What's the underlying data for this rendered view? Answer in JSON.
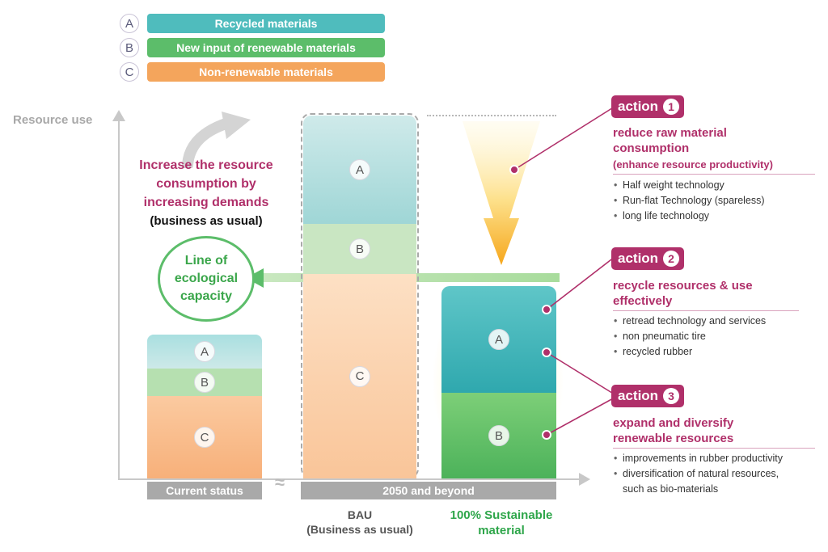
{
  "legend": [
    {
      "letter": "A",
      "label": "Recycled materials",
      "color": "#4fbcbd"
    },
    {
      "letter": "B",
      "label": "New input of renewable materials",
      "color": "#5cbd6a"
    },
    {
      "letter": "C",
      "label": "Non-renewable materials",
      "color": "#f4a55c"
    }
  ],
  "axis": {
    "y_label": "Resource use"
  },
  "increase_note": {
    "line1": "Increase the resource",
    "line2": "consumption by",
    "line3": "increasing demands",
    "line4": "(business as usual)"
  },
  "ecological_line": {
    "line1": "Line of",
    "line2": "ecological",
    "line3": "capacity",
    "color": "#5cbd6a"
  },
  "bars": {
    "current": {
      "A": "A",
      "B": "B",
      "C": "C"
    },
    "bau": {
      "A": "A",
      "B": "B",
      "C": "C"
    },
    "sustainable": {
      "A": "A",
      "B": "B"
    }
  },
  "categories": {
    "current": "Current status",
    "future": "2050 and beyond",
    "break_mark": "≈"
  },
  "scenarios": {
    "bau_line1": "BAU",
    "bau_line2": "(Business as usual)",
    "sustainable_line1": "100% Sustainable",
    "sustainable_line2": "material"
  },
  "actions": [
    {
      "badge": "action",
      "number": "1",
      "title_line1": "reduce raw material",
      "title_line2": "consumption",
      "subtitle": "(enhance resource productivity)",
      "bullets": [
        "Half weight technology",
        "Run-flat Technology (spareless)",
        "long life technology"
      ]
    },
    {
      "badge": "action",
      "number": "2",
      "title_line1": "recycle resources & use",
      "title_line2": "effectively",
      "subtitle": "",
      "bullets": [
        "retread technology and services",
        "non pneumatic tire",
        "recycled rubber"
      ]
    },
    {
      "badge": "action",
      "number": "3",
      "title_line1": "expand and diversify",
      "title_line2": "renewable resources",
      "subtitle": "",
      "bullets": [
        "improvements in rubber productivity",
        "diversification of natural resources,",
        "such as bio-materials"
      ]
    }
  ],
  "colors": {
    "accent": "#b0306a",
    "recycled": "#4fbcbd",
    "renewable": "#5cbd6a",
    "nonrenewable": "#f4a55c"
  }
}
